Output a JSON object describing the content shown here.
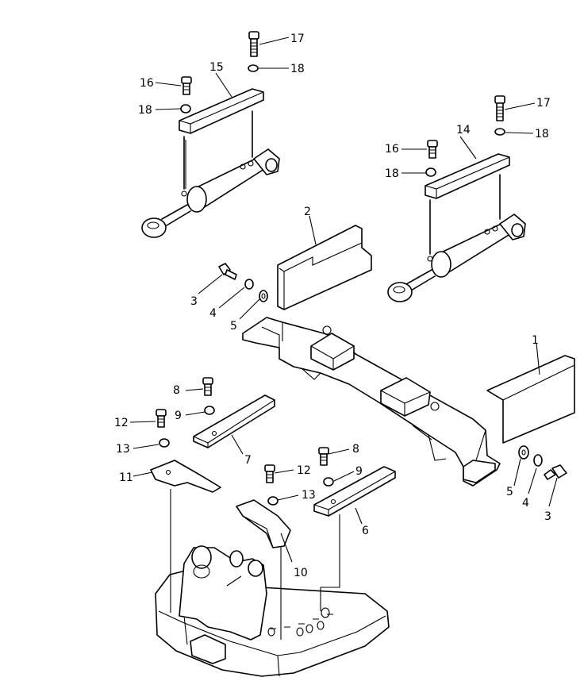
{
  "callouts": [
    {
      "id": "c17a",
      "text": "17"
    },
    {
      "id": "c18a",
      "text": "18"
    },
    {
      "id": "c15",
      "text": "15"
    },
    {
      "id": "c16a",
      "text": "16"
    },
    {
      "id": "c18b",
      "text": "18"
    },
    {
      "id": "c17b",
      "text": "17"
    },
    {
      "id": "c14",
      "text": "14"
    },
    {
      "id": "c18c",
      "text": "18"
    },
    {
      "id": "c16b",
      "text": "16"
    },
    {
      "id": "c18d",
      "text": "18"
    },
    {
      "id": "c2",
      "text": "2"
    },
    {
      "id": "c3a",
      "text": "3"
    },
    {
      "id": "c4a",
      "text": "4"
    },
    {
      "id": "c5a",
      "text": "5"
    },
    {
      "id": "c1",
      "text": "1"
    },
    {
      "id": "c8a",
      "text": "8"
    },
    {
      "id": "c9a",
      "text": "9"
    },
    {
      "id": "c12a",
      "text": "12"
    },
    {
      "id": "c13a",
      "text": "13"
    },
    {
      "id": "c7",
      "text": "7"
    },
    {
      "id": "c11",
      "text": "11"
    },
    {
      "id": "c8b",
      "text": "8"
    },
    {
      "id": "c12b",
      "text": "12"
    },
    {
      "id": "c9b",
      "text": "9"
    },
    {
      "id": "c13b",
      "text": "13"
    },
    {
      "id": "c6",
      "text": "6"
    },
    {
      "id": "c10",
      "text": "10"
    },
    {
      "id": "c5b",
      "text": "5"
    },
    {
      "id": "c4b",
      "text": "4"
    },
    {
      "id": "c3b",
      "text": "3"
    }
  ]
}
